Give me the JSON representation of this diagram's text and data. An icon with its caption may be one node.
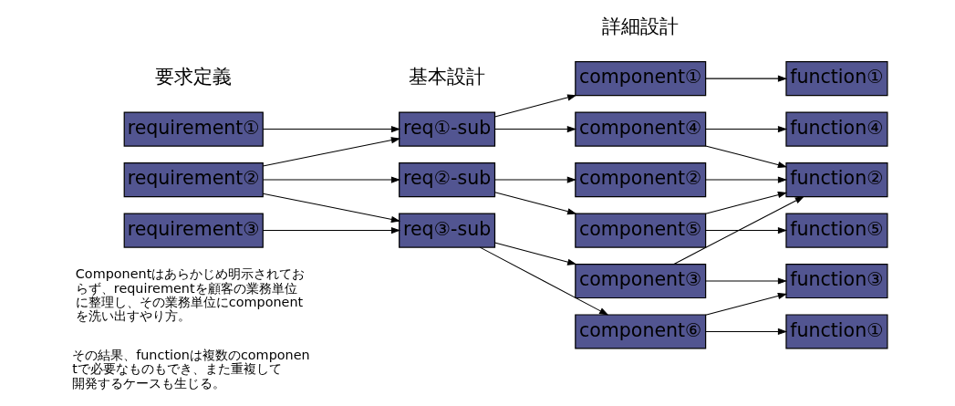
{
  "diagram": {
    "nodes": [
      {
        "text": [
          "requirement①"
        ]
      },
      {
        "text": [
          "requirement②"
        ]
      },
      {
        "text": [
          "requirement③"
        ]
      },
      {
        "text": [
          "req①-sub"
        ]
      },
      {
        "text": [
          "req②-sub"
        ]
      },
      {
        "text": [
          "req③-sub"
        ]
      },
      {
        "text": [
          "component①"
        ]
      },
      {
        "text": [
          "component④"
        ]
      },
      {
        "text": [
          "component②"
        ]
      },
      {
        "text": [
          "component⑤"
        ]
      },
      {
        "text": [
          "component③"
        ]
      },
      {
        "text": [
          "component⑥"
        ]
      },
      {
        "text": [
          "function①"
        ]
      },
      {
        "text": [
          "function④"
        ]
      },
      {
        "text": [
          "function②"
        ]
      },
      {
        "text": [
          "function⑤"
        ]
      },
      {
        "text": [
          "function③"
        ]
      },
      {
        "text": [
          "function①"
        ]
      }
    ],
    "edges": [
      {
        "from": 0,
        "to": 3,
        "arrow": "to"
      },
      {
        "from": 1,
        "to": 3,
        "arrow": "to"
      },
      {
        "from": 1,
        "to": 4,
        "arrow": "to"
      },
      {
        "from": 1,
        "to": 5,
        "arrow": "to"
      },
      {
        "from": 2,
        "to": 5,
        "arrow": "to"
      },
      {
        "from": 3,
        "to": 6,
        "arrow": "to"
      },
      {
        "from": 3,
        "to": 7,
        "arrow": "to"
      },
      {
        "from": 4,
        "to": 8,
        "arrow": "to"
      },
      {
        "from": 4,
        "to": 9,
        "arrow": "to"
      },
      {
        "from": 5,
        "to": 10,
        "arrow": "to"
      },
      {
        "from": 5,
        "to": 11,
        "arrow": "to"
      },
      {
        "from": 6,
        "to": 12,
        "arrow": "to"
      },
      {
        "from": 7,
        "to": 13,
        "arrow": "to"
      },
      {
        "from": 7,
        "to": 14,
        "arrow": "to"
      },
      {
        "from": 8,
        "to": 14,
        "arrow": "to"
      },
      {
        "from": 9,
        "to": 14,
        "arrow": "to"
      },
      {
        "from": 9,
        "to": 15,
        "arrow": "to"
      },
      {
        "from": 10,
        "to": 14,
        "arrow": "to"
      },
      {
        "from": 10,
        "to": 16,
        "arrow": "to"
      },
      {
        "from": 11,
        "to": 16,
        "arrow": "to"
      },
      {
        "from": 11,
        "to": 17,
        "arrow": "to"
      }
    ],
    "labels": [
      "要求定義",
      "基本設計",
      "詳細設計",
      "Componentはあらかじめ明示されておらず、requirementを顧客の業務単位に整理し、その業務単位にcomponentを洗い出すやり方。",
      "その結果、functionは複数のcomponentで必要なものもでき、また重複して開発するケースも生じる。"
    ]
  }
}
